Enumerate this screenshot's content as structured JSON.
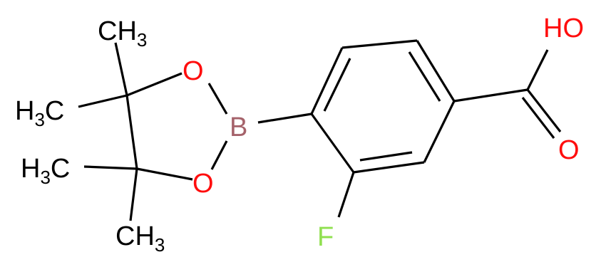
{
  "atoms": {
    "oh": "HO",
    "carbonyl_o": "O",
    "ring_o_top": "O",
    "ring_o_bottom": "O",
    "boron": "B",
    "fluorine": "F",
    "methyl_top": {
      "main": "CH",
      "sub": "3"
    },
    "methyl_left1": {
      "main": "H",
      "sub": "3",
      "tail": "C"
    },
    "methyl_left2": {
      "main": "H",
      "sub": "3",
      "tail": "C"
    },
    "methyl_bottom": {
      "main": "CH",
      "sub": "3"
    }
  },
  "colors": {
    "oxygen": "#ff0d0d",
    "boron": "#a5626a",
    "fluorine": "#90e050",
    "carbon": "#000000"
  }
}
